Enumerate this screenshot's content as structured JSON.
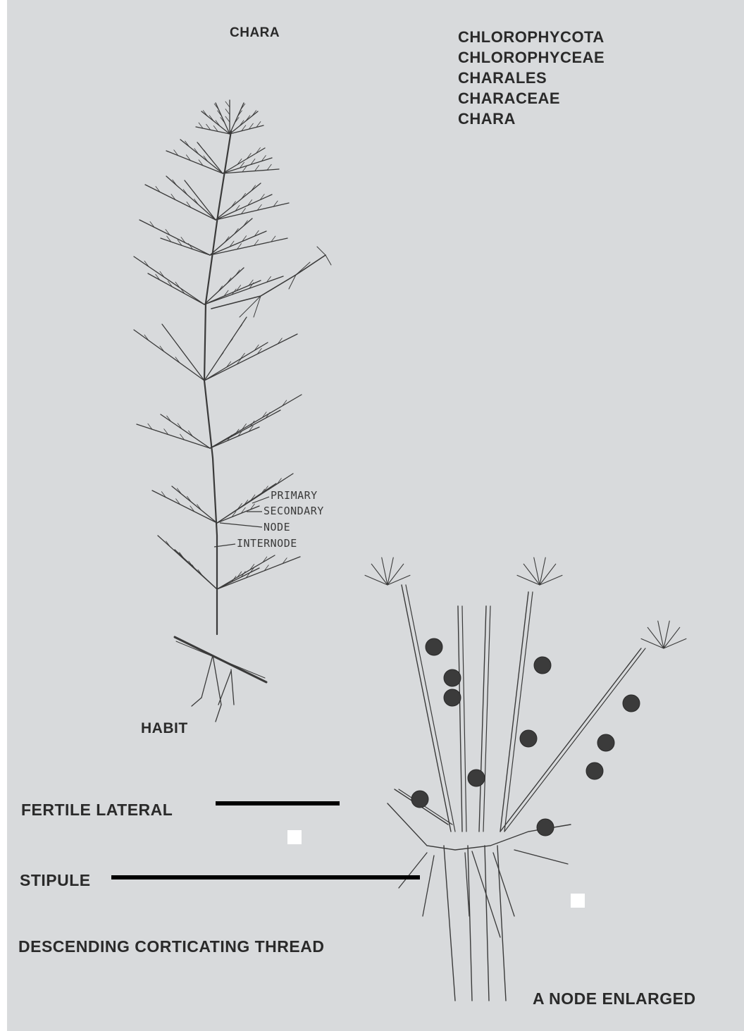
{
  "title": "CHARA",
  "classification": [
    "CHLOROPHYCOTA",
    "CHLOROPHYCEAE",
    "CHARALES",
    "CHARACEAE",
    "CHARA"
  ],
  "habit": {
    "caption": "HABIT",
    "labels": {
      "primary": "PRIMARY",
      "secondary": "SECONDARY",
      "node": "NODE",
      "internode": "INTERNODE"
    }
  },
  "node_enlarged": {
    "caption": "A NODE ENLARGED",
    "labels": {
      "fertile_lateral": "FERTILE LATERAL",
      "stipule": "STIPULE",
      "descending_corticating_thread": "DESCENDING CORTICATING THREAD"
    }
  },
  "colors": {
    "paper": "#d8dadc",
    "ink": "#2a2a2a",
    "pointer": "#000000",
    "sporangium": "#3b3b3b"
  }
}
